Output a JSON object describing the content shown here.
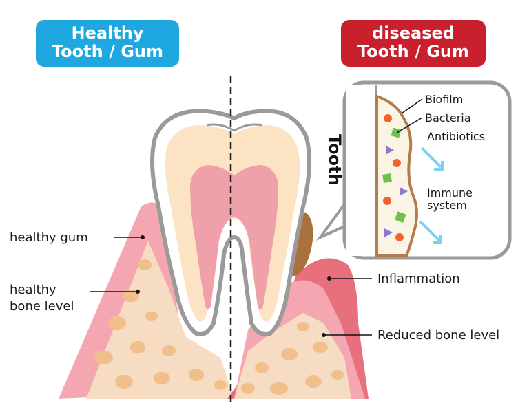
{
  "headers": {
    "healthy_line1": "Healthy",
    "healthy_line2": "Tooth / Gum",
    "diseased_line1": "diseased",
    "diseased_line2": "Tooth / Gum"
  },
  "labels": {
    "healthy_gum": "healthy gum",
    "healthy_bone_line1": "healthy",
    "healthy_bone_line2": "bone level",
    "inflammation": "Inflammation",
    "reduced_bone": "Reduced bone level"
  },
  "inset": {
    "tooth": "Tooth",
    "biofilm": "Biofilm",
    "bacteria": "Bacteria",
    "antibiotics": "Antibiotics",
    "immune_line1": "Immune",
    "immune_line2": "system"
  },
  "colors": {
    "healthy": "#1fa8e0",
    "diseased": "#c8202d",
    "gum": "#f4a7b0",
    "bone": "#f6dcc3",
    "pulp": "#f0a0a8",
    "dentin": "#fbe3c4",
    "enamel": "#ffffff",
    "plaque": "#a9713c"
  }
}
